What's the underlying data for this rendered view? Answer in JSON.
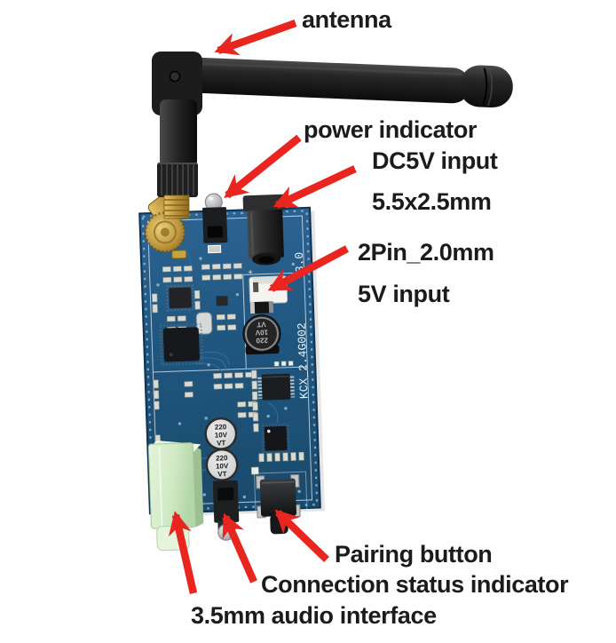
{
  "annotations": {
    "antenna": "antenna",
    "power_indicator": "power indicator",
    "dc_input": {
      "line1": "DC5V input",
      "line2": "5.5x2.5mm"
    },
    "two_pin_input": {
      "line1": "2Pin_2.0mm",
      "line2": "5V input"
    },
    "pairing_button": "Pairing button",
    "connection_status": "Connection status indicator",
    "audio_interface": "3.5mm audio interface"
  },
  "board": {
    "silkscreen_model": "KCX_2.4G002",
    "silkscreen_version": "3.0",
    "jst_polarity": "+",
    "capacitor_marking": {
      "line1": "220",
      "line2": "10V",
      "line3": "VT"
    }
  },
  "colors": {
    "arrow_red": "#e8251f",
    "pcb_blue": "#235a85",
    "audio_jack_green": "#cfe9c4",
    "label_text": "#1b1b1b"
  }
}
